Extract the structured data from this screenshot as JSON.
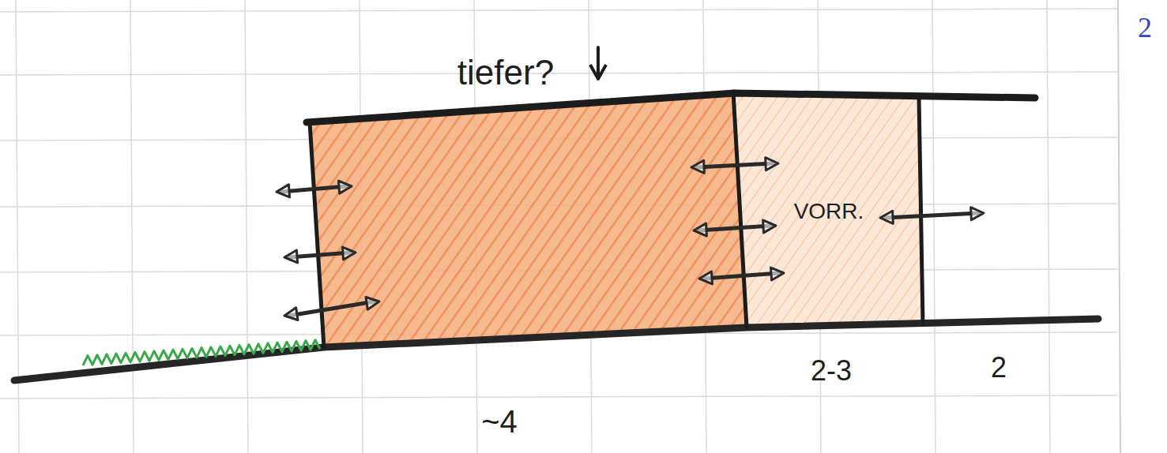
{
  "diagram": {
    "nodes": [
      {
        "text": [
          "VORR."
        ]
      }
    ],
    "labels": [
      "tiefer?",
      "~4",
      "2-3",
      "2",
      "2"
    ]
  }
}
